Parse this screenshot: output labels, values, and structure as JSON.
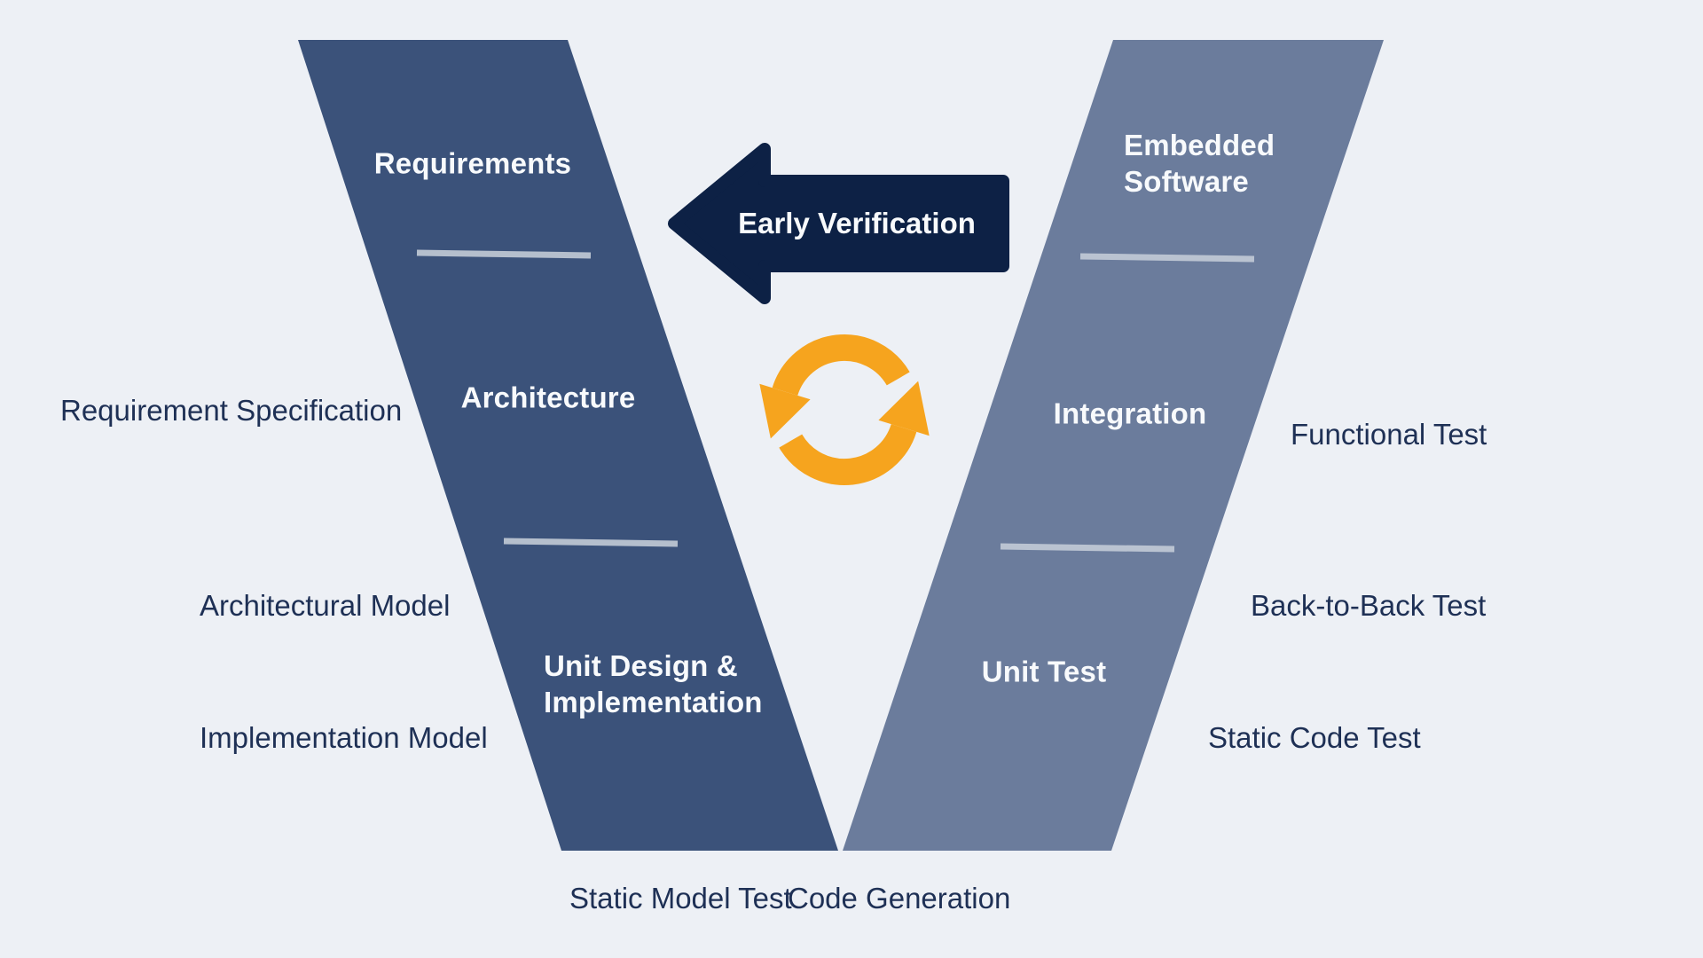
{
  "colors": {
    "background": "#EDF0F5",
    "left_branch": "#3B527A",
    "right_branch": "#6B7C9C",
    "arrow": "#0D2145",
    "refresh_icon": "#F6A41E",
    "divider": "#C3CBD7",
    "side_label_text": "#1E3055",
    "stage_label_text": "#F8FAFC"
  },
  "left_branch": {
    "stages": [
      {
        "label": "Requirements"
      },
      {
        "label": "Architecture"
      },
      {
        "label": "Unit Design & Implementation"
      }
    ]
  },
  "right_branch": {
    "stages": [
      {
        "label": "Embedded Software"
      },
      {
        "label": "Integration"
      },
      {
        "label": "Unit Test"
      }
    ]
  },
  "artifact_labels": {
    "left": [
      {
        "label": "Requirement Specification"
      },
      {
        "label": "Architectural Model"
      },
      {
        "label": "Implementation Model"
      }
    ],
    "right": [
      {
        "label": "Functional Test"
      },
      {
        "label": "Back-to-Back Test"
      },
      {
        "label": "Static Code Test"
      }
    ],
    "bottom": [
      {
        "label": "Static Model Test"
      },
      {
        "label": "Code Generation"
      }
    ]
  },
  "early_verification_arrow": {
    "label": "Early Verification"
  }
}
